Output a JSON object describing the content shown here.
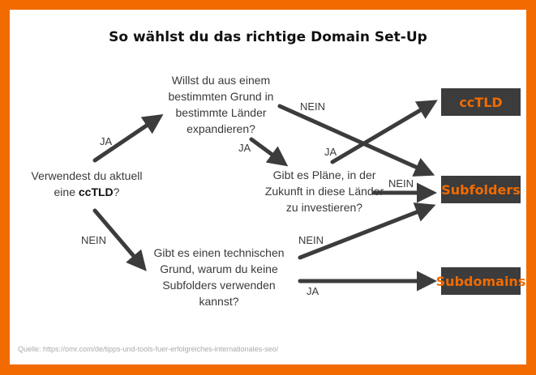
{
  "title": "So wählst du das richtige Domain Set-Up",
  "questions": {
    "q1_before": "Verwendest du aktuell eine ",
    "q1_bold": "ccTLD",
    "q1_after": "?",
    "q2": "Willst du aus einem bestimmten Grund in bestimmte Länder expandieren?",
    "q3": "Gibt es Pläne, in der Zukunft in diese Länder zu investieren?",
    "q4": "Gibt es einen technischen Grund, warum du keine Subfolders verwenden kannst?"
  },
  "labels": {
    "ja": "JA",
    "nein": "NEIN"
  },
  "outcomes": {
    "cctld": "ccTLD",
    "subfolders": "Subfolders",
    "subdomains": "Subdomains"
  },
  "colors": {
    "accent": "#f26b00",
    "box": "#3c3c3c",
    "arrow": "#3c3c3c"
  },
  "source": "Quelle: https://omr.com/de/tipps-und-tools-fuer-erfolgreiches-internationales-seo/"
}
